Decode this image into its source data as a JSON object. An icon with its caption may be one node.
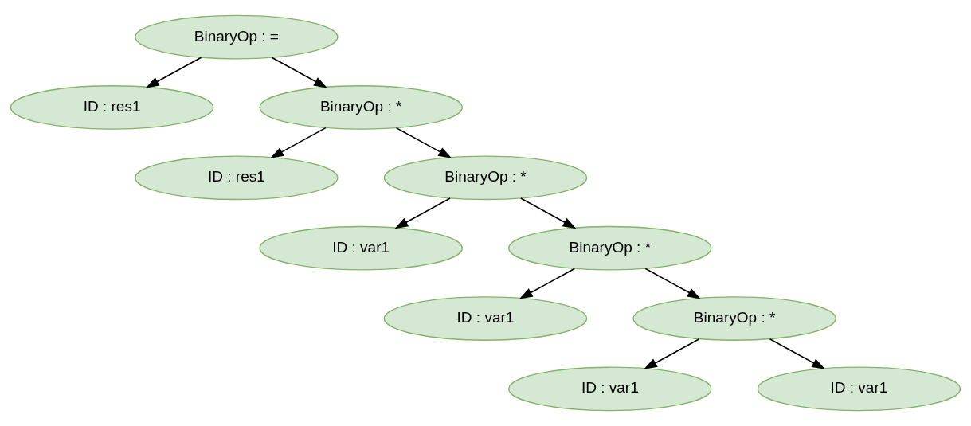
{
  "diagram": {
    "nodes": [
      {
        "text": [
          "BinaryOp : ="
        ]
      },
      {
        "text": [
          "ID : res1"
        ]
      },
      {
        "text": [
          "BinaryOp : *"
        ]
      },
      {
        "text": [
          "ID : res1"
        ]
      },
      {
        "text": [
          "BinaryOp : *"
        ]
      },
      {
        "text": [
          "ID : var1"
        ]
      },
      {
        "text": [
          "BinaryOp : *"
        ]
      },
      {
        "text": [
          "ID : var1"
        ]
      },
      {
        "text": [
          "BinaryOp : *"
        ]
      },
      {
        "text": [
          "ID : var1"
        ]
      },
      {
        "text": [
          "ID : var1"
        ]
      }
    ],
    "edges": [
      {
        "from": 0,
        "to": 1,
        "arrow": "to"
      },
      {
        "from": 0,
        "to": 2,
        "arrow": "to"
      },
      {
        "from": 2,
        "to": 3,
        "arrow": "to"
      },
      {
        "from": 2,
        "to": 4,
        "arrow": "to"
      },
      {
        "from": 4,
        "to": 5,
        "arrow": "to"
      },
      {
        "from": 4,
        "to": 6,
        "arrow": "to"
      },
      {
        "from": 6,
        "to": 7,
        "arrow": "to"
      },
      {
        "from": 6,
        "to": 8,
        "arrow": "to"
      },
      {
        "from": 8,
        "to": 9,
        "arrow": "to"
      },
      {
        "from": 8,
        "to": 10,
        "arrow": "to"
      }
    ]
  }
}
